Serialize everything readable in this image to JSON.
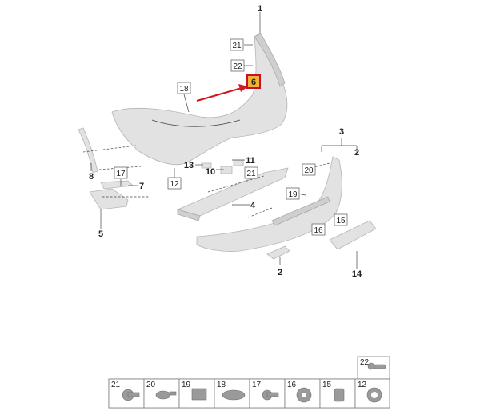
{
  "callouts": {
    "c1": "1",
    "c2a": "2",
    "c2b": "2",
    "c3": "3",
    "c4": "4",
    "c5": "5",
    "c8": "8",
    "c7": "7",
    "c10": "10",
    "c11": "11",
    "c13": "13",
    "c14": "14"
  },
  "boxed_labels": {
    "b21a": "21",
    "b22": "22",
    "b18": "18",
    "b17": "17",
    "b12": "12",
    "b21b": "21",
    "b20": "20",
    "b19": "19",
    "b15": "15",
    "b16": "16"
  },
  "highlight": {
    "label": "6",
    "fill_color": "#f2b233",
    "border_color": "#c8102e",
    "arrow_color": "#d11a1a"
  },
  "hardware_strip": {
    "cells": [
      "21",
      "20",
      "19",
      "18",
      "17",
      "16",
      "15",
      "12"
    ],
    "above": "22"
  },
  "colors": {
    "part_fill": "#e2e2e2",
    "line": "#444444"
  }
}
